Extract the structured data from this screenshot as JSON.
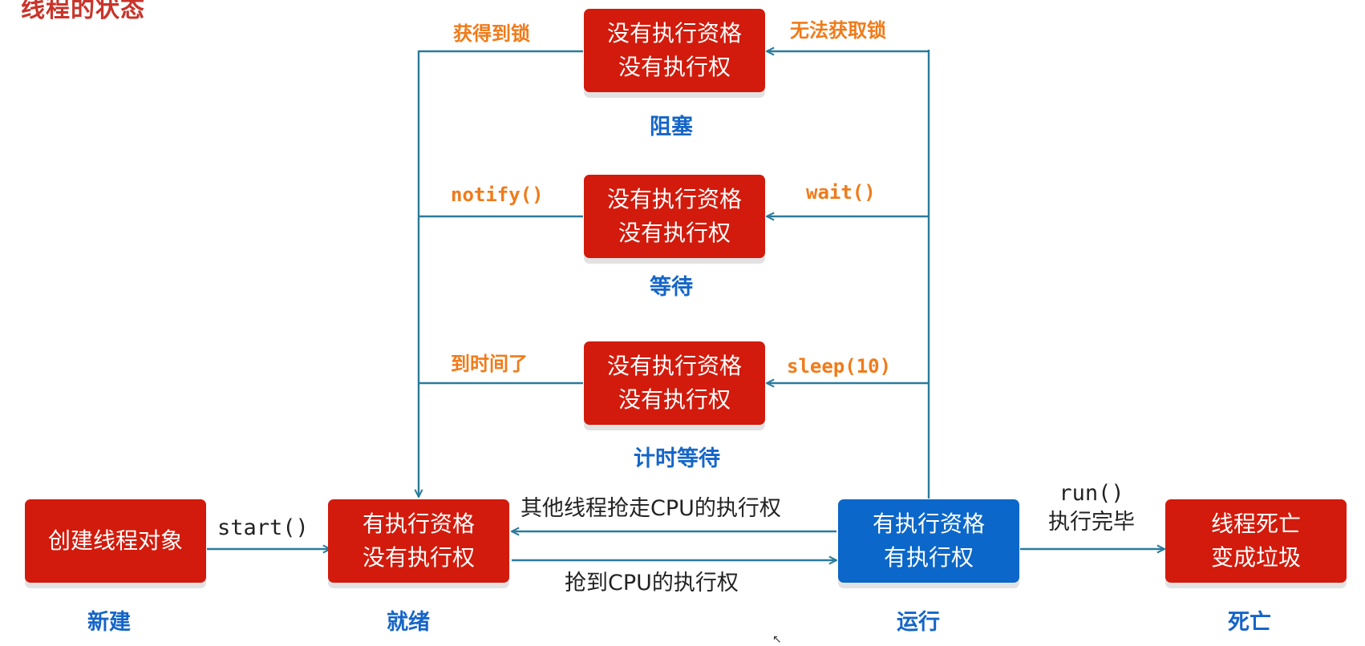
{
  "title": "线程的状态",
  "states": {
    "new": {
      "lines": [
        "创建线程对象"
      ],
      "label": "新建"
    },
    "ready": {
      "lines": [
        "有执行资格",
        "没有执行权"
      ],
      "label": "就绪"
    },
    "running": {
      "lines": [
        "有执行资格",
        "有执行权"
      ],
      "label": "运行"
    },
    "dead": {
      "lines": [
        "线程死亡",
        "变成垃圾"
      ],
      "label": "死亡"
    },
    "blocked": {
      "lines": [
        "没有执行资格",
        "没有执行权"
      ],
      "label": "阻塞"
    },
    "waiting": {
      "lines": [
        "没有执行资格",
        "没有执行权"
      ],
      "label": "等待"
    },
    "timed_waiting": {
      "lines": [
        "没有执行资格",
        "没有执行权"
      ],
      "label": "计时等待"
    }
  },
  "transitions": {
    "start": "start()",
    "preempted": "其他线程抢走CPU的执行权",
    "get_cpu": "抢到CPU的执行权",
    "run_call": "run()",
    "run_done": "执行完毕",
    "get_lock": "获得到锁",
    "no_lock": "无法获取锁",
    "notify": "notify()",
    "wait": "wait()",
    "timeout": "到时间了",
    "sleep": "sleep(10)"
  },
  "colors": {
    "red_box": "#d21b0c",
    "blue_box": "#0b67c9",
    "state_label": "#1565c8",
    "transition_label": "#f07b1a",
    "arrow": "#2b7b9b"
  }
}
